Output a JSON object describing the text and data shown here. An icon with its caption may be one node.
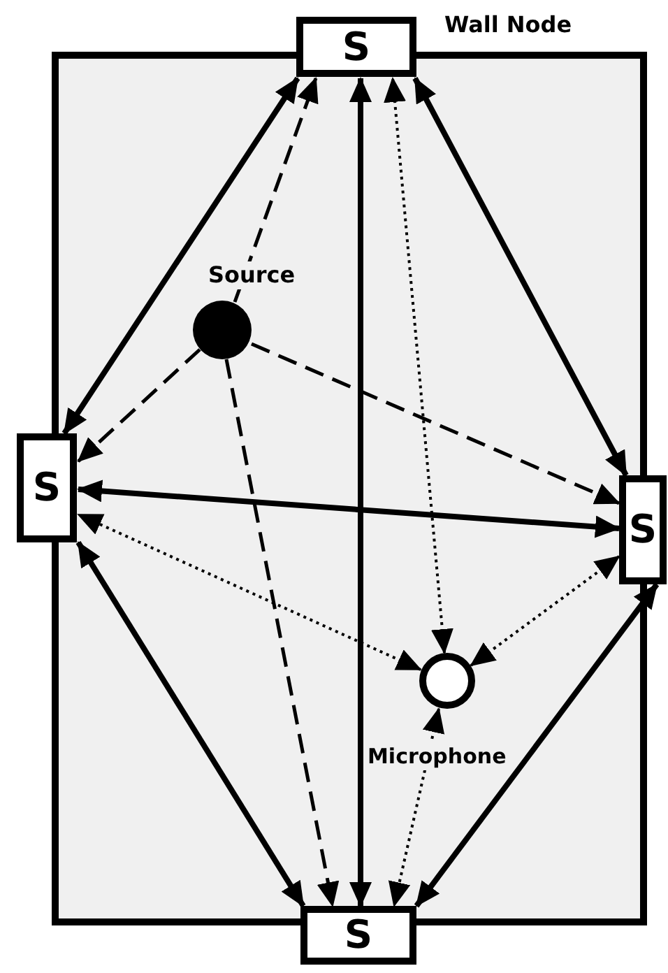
{
  "diagram": {
    "nodes": [
      {
        "text": [
          "S"
        ],
        "beside": [
          "Wall Node"
        ]
      },
      {
        "text": [
          "S"
        ]
      },
      {
        "text": [
          "S"
        ]
      },
      {
        "text": [
          "S"
        ]
      },
      {
        "text": [
          "Source"
        ]
      },
      {
        "text": [
          "Microphone"
        ]
      }
    ],
    "edges": [
      {
        "from": 0,
        "to": 1,
        "arrow": "both"
      },
      {
        "from": 0,
        "to": 2,
        "arrow": "both"
      },
      {
        "from": 0,
        "to": 3,
        "arrow": "both"
      },
      {
        "from": 1,
        "to": 2,
        "arrow": "both"
      },
      {
        "from": 1,
        "to": 3,
        "arrow": "both"
      },
      {
        "from": 2,
        "to": 3,
        "arrow": "both"
      },
      {
        "from": 4,
        "to": 0,
        "arrow": "to",
        "style": "dashed"
      },
      {
        "from": 4,
        "to": 1,
        "arrow": "to",
        "style": "dashed"
      },
      {
        "from": 4,
        "to": 2,
        "arrow": "to",
        "style": "dashed"
      },
      {
        "from": 4,
        "to": 3,
        "arrow": "to",
        "style": "dashed"
      },
      {
        "from": 5,
        "to": 0,
        "arrow": "both",
        "style": "dashed"
      },
      {
        "from": 5,
        "to": 1,
        "arrow": "both",
        "style": "dashed"
      },
      {
        "from": 5,
        "to": 2,
        "arrow": "both",
        "style": "dashed"
      },
      {
        "from": 5,
        "to": 3,
        "arrow": "both",
        "style": "dashed"
      }
    ]
  }
}
